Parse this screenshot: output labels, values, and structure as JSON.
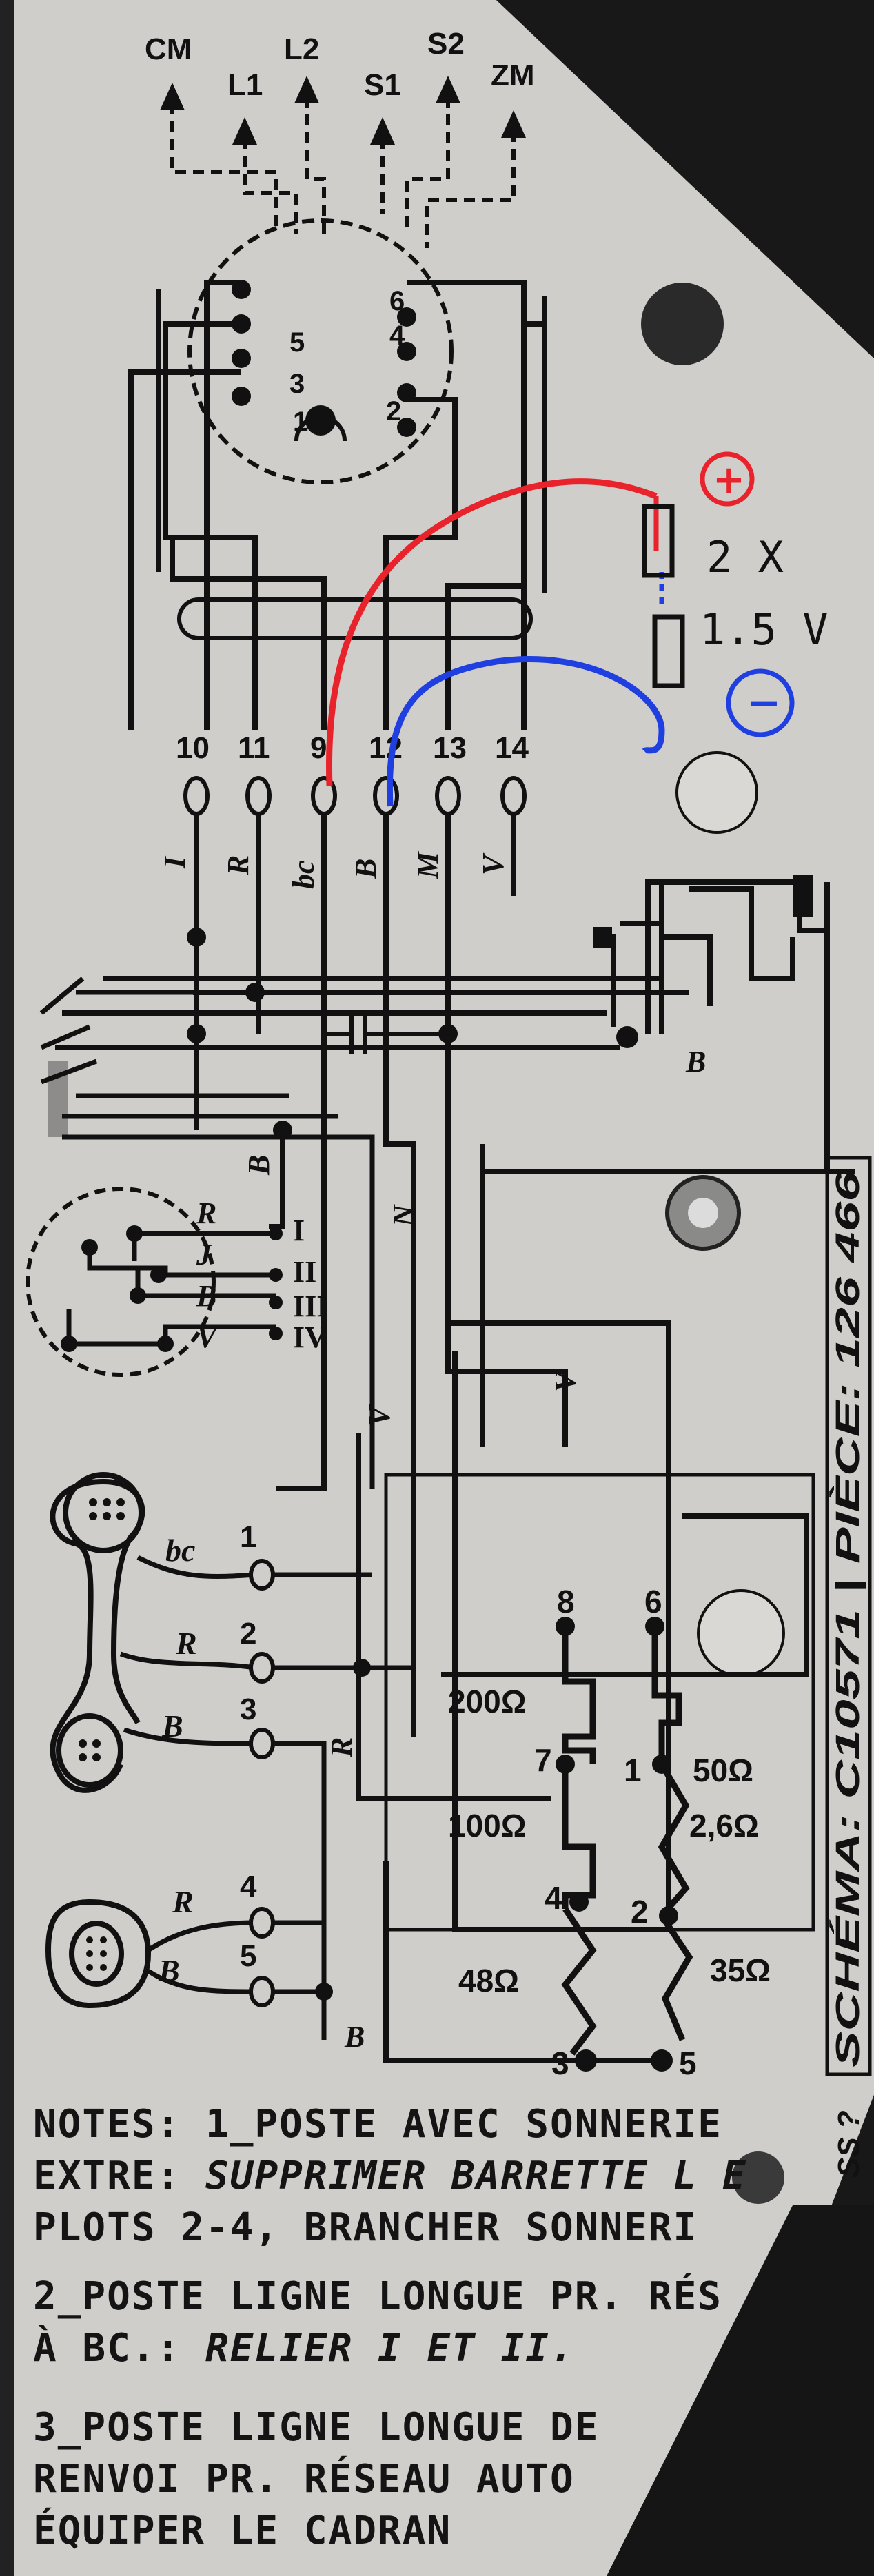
{
  "connector_top": {
    "labels": [
      "CM",
      "L1",
      "L2",
      "S1",
      "S2",
      "ZM"
    ],
    "pin_numbers": [
      "1",
      "2",
      "3",
      "4",
      "5",
      "6"
    ]
  },
  "terminals_top": {
    "numbers": [
      "10",
      "11",
      "9",
      "12",
      "13",
      "14"
    ],
    "wire_letters": [
      "I",
      "R",
      "bc",
      "B",
      "M",
      "V"
    ]
  },
  "battery": {
    "count": "2 X",
    "voltage": "1.5 V",
    "plus": "+",
    "minus": "−",
    "plus_color": "#e8232b",
    "minus_color": "#1f3fe0"
  },
  "side_wire_letters": {
    "right_bracket": "B",
    "mid_1": "B",
    "mid_2": "N",
    "mid_3": "V",
    "mid_4": "V",
    "mid_5": "R",
    "bottom": "B"
  },
  "dial_contacts": {
    "letters": [
      "R",
      "J",
      "B",
      "V"
    ],
    "roman": [
      "I",
      "II",
      "III",
      "IV"
    ]
  },
  "handset_terminals": {
    "letters": [
      "bc",
      "R",
      "B",
      "R",
      "B"
    ],
    "numbers": [
      "1",
      "2",
      "3",
      "4",
      "5"
    ]
  },
  "coil": {
    "pins": [
      "8",
      "7",
      "4",
      "3",
      "6",
      "1",
      "2",
      "5"
    ],
    "values": [
      "200Ω",
      "100Ω",
      "48Ω",
      "50Ω",
      "2,6Ω",
      "35Ω"
    ]
  },
  "side_text": "SCHÉMA: C10571 | PIÈCE: 126 466",
  "side_text_bottom": "SS ?",
  "notes": {
    "n1_a": "NOTES: 1_POSTE AVEC SONNERIE",
    "n1_b_plain": "EXTRE:",
    "n1_b_italic": " SUPPRIMER BARRETTE L  E",
    "n1_c": "PLOTS 2-4, BRANCHER SONNERI",
    "n2_a": "2_POSTE LIGNE LONGUE PR. RÉS",
    "n2_b_plain": "À BC.:",
    "n2_b_italic": " RELIER I ET II.",
    "n3_a": "3_POSTE LIGNE LONGUE DE",
    "n3_b": "RENVOI PR. RÉSEAU AUTO",
    "n3_c": "ÉQUIPER LE CADRAN"
  }
}
